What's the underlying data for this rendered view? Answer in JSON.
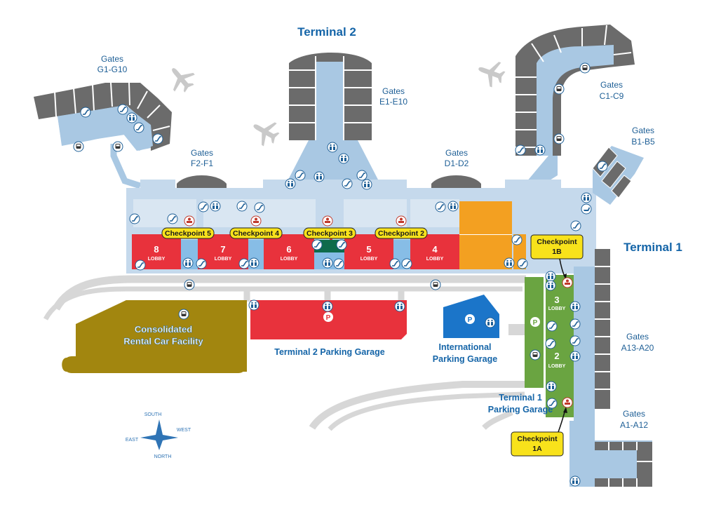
{
  "terminal2": {
    "title": "Terminal 2"
  },
  "terminal1": {
    "title": "Terminal 1"
  },
  "gates": {
    "g": {
      "line1": "Gates",
      "line2": "G1-G10"
    },
    "e": {
      "line1": "Gates",
      "line2": "E1-E10"
    },
    "f": {
      "line1": "Gates",
      "line2": "F2-F1"
    },
    "d": {
      "line1": "Gates",
      "line2": "D1-D2"
    },
    "c": {
      "line1": "Gates",
      "line2": "C1-C9"
    },
    "b": {
      "line1": "Gates",
      "line2": "B1-B5"
    },
    "a13": {
      "line1": "Gates",
      "line2": "A13-A20"
    },
    "a1": {
      "line1": "Gates",
      "line2": "A1-A12"
    }
  },
  "checkpoints": {
    "cp5": "Checkpoint 5",
    "cp4": "Checkpoint 4",
    "cp3": "Checkpoint 3",
    "cp2": "Checkpoint 2",
    "cp1b": {
      "line1": "Checkpoint",
      "line2": "1B"
    },
    "cp1a": {
      "line1": "Checkpoint",
      "line2": "1A"
    }
  },
  "lobbies": {
    "l8": {
      "num": "8",
      "word": "LOBBY"
    },
    "l7": {
      "num": "7",
      "word": "LOBBY"
    },
    "l6": {
      "num": "6",
      "word": "LOBBY"
    },
    "l5": {
      "num": "5",
      "word": "LOBBY"
    },
    "l4": {
      "num": "4",
      "word": "LOBBY"
    },
    "l3": {
      "num": "3",
      "word": "LOBBY"
    },
    "l2": {
      "num": "2",
      "word": "LOBBY"
    }
  },
  "facilities": {
    "rental": {
      "line1": "Consolidated",
      "line2": "Rental Car Facility"
    },
    "t2garage": "Terminal 2 Parking Garage",
    "intlgarage": {
      "line1": "International",
      "line2": "Parking Garage"
    },
    "t1garage": {
      "line1": "Terminal 1",
      "line2": "Parking Garage"
    }
  },
  "parking_symbol": "P",
  "compass": {
    "south": "SOUTH",
    "west": "WEST",
    "east": "EAST",
    "north": "NORTH"
  },
  "colors": {
    "terminal_red": "#e8323c",
    "concourse_blue": "#a9c8e3",
    "gate_gray": "#6b6b6b",
    "checkpoint_yellow": "#f8e21b",
    "rental_gold": "#a2860f",
    "t1_green": "#6aa441",
    "intl_blue": "#1b75c9",
    "orange": "#f3a021",
    "label_blue": "#1565a8"
  },
  "icons": [
    "airplane-icon",
    "escalator-icon",
    "restroom-icon",
    "shuttle-bus-icon",
    "security-icon",
    "pet-relief-icon"
  ]
}
